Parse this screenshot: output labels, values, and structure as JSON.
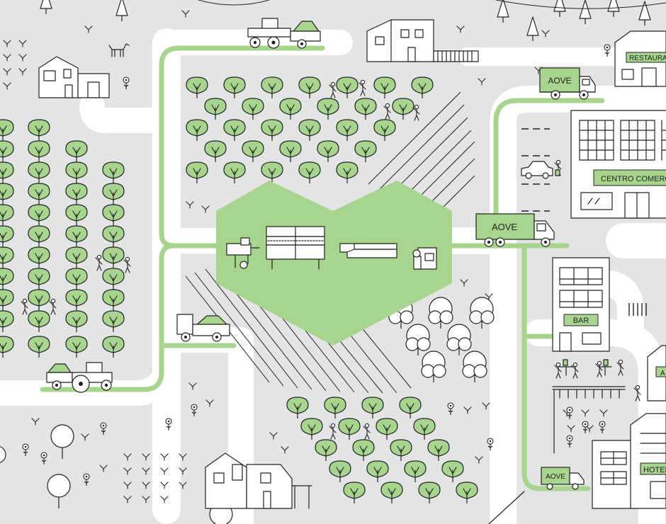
{
  "labels": {
    "truck_label_top": "AOVE",
    "truck_label_middle": "AOVE",
    "truck_label_bottom": "AOVE",
    "restaurant_sign": "RESTAURANTE",
    "mall_sign": "CENTRO COMERCIAL",
    "bar_sign": "BAR",
    "hotel_sign": "HOTEL",
    "cafe_sign": "A"
  },
  "colors": {
    "background": "#e3e4e5",
    "road": "#ffffff",
    "route": "#a7d58d",
    "accent_fill": "#a7d58d",
    "line": "#222222"
  },
  "icons": [
    "olive-tree-icon",
    "round-tree-icon",
    "pine-tree-icon",
    "farmhouse-icon",
    "tractor-icon",
    "delivery-truck-icon",
    "olive-mill-machinery-icon",
    "harvester-person-icon",
    "car-icon",
    "parking-lines-icon",
    "dog-icon",
    "flower-icon",
    "sprout-icon",
    "cafe-table-icon"
  ]
}
